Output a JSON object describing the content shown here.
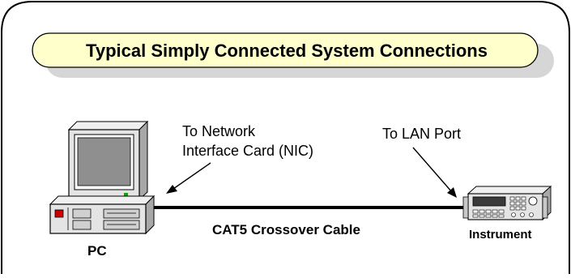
{
  "title": "Typical Simply Connected System Connections",
  "labels": {
    "nic_line1": "To Network",
    "nic_line2": "Interface Card (NIC)",
    "lan_port": "To LAN Port",
    "cable": "CAT5 Crossover Cable",
    "pc": "PC",
    "instrument": "Instrument"
  },
  "icons": {
    "computer": "desktop-pc-icon",
    "instrument": "bench-instrument-icon"
  },
  "colors": {
    "title_fill": "#ffffcc",
    "title_shadow": "#d6d6d6",
    "pc_body": "#e4e4e4",
    "pc_screen": "#8f8f8f",
    "power_led": "#cc0000",
    "status_led": "#00b000",
    "line": "#000000"
  }
}
